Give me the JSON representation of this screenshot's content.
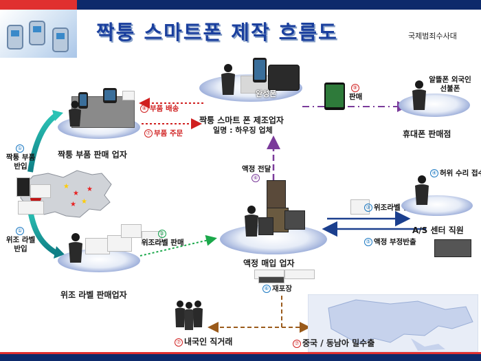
{
  "header": {
    "title": "짝퉁 스마트폰 제작 흐름도",
    "agency": "국제범죄수사대"
  },
  "nodes": {
    "manufacturer": {
      "title": "짝퉁 스마트 폰 제조업자",
      "subtitle": "일명 : 하우징 업체",
      "tag": "완성폰"
    },
    "parts_seller": {
      "title": "짝퉁 부품 판매 업자"
    },
    "phone_shop": {
      "title": "휴대폰 판매점",
      "note": "알뜰폰 외국인선불폰"
    },
    "lcd_buyer": {
      "title": "액정 매입 업자"
    },
    "label_seller": {
      "title": "위조 라벨 판매업자"
    },
    "as_center": {
      "title": "A/S 센터 직원",
      "note": "허위 수리 접수"
    },
    "domestic": {
      "label": "내국인 직거래"
    },
    "export": {
      "label": "중국 / 동남아 밀수출"
    }
  },
  "steps": {
    "s1a": {
      "num": "①",
      "text": "짝퉁 부품 반입"
    },
    "s1b": {
      "num": "①",
      "text": "위조 라벨 반입"
    },
    "s2": {
      "num": "②",
      "text": "위조라벨 판매"
    },
    "s3": {
      "num": "③",
      "text": "위조라벨 전달"
    },
    "s4": {
      "num": "④",
      "text": "허위 수리 접수"
    },
    "s5": {
      "num": "⑤",
      "text": "액정 부정반출"
    },
    "s6a": {
      "num": "⑥",
      "text": "액정 전달"
    },
    "s6b": {
      "num": "⑥",
      "text": "재포장"
    },
    "s7a": {
      "num": "⑦",
      "text": "부품 주문"
    },
    "s7b": {
      "num": "⑦",
      "text": "내국인 직거래"
    },
    "s7c": {
      "num": "⑦",
      "text": "중국 / 동남아 밀수출"
    },
    "s8": {
      "num": "⑧",
      "text": "부품 배송"
    },
    "s9": {
      "num": "⑨",
      "text": "판매"
    }
  },
  "colors": {
    "navy": "#0d2a6b",
    "accent_red": "#e0302f",
    "title_blue": "#1a3f9e",
    "arrow_red": "#d01f1f",
    "arrow_green": "#1aa84a",
    "arrow_purple": "#7a3a9a",
    "arrow_blue": "#1b3f8e",
    "arrow_brown": "#9a5a1a",
    "arrow_teal": "#1a9a9a"
  },
  "icons": [
    "person-icon",
    "phone-icon",
    "map-china-icon",
    "map-asia-icon",
    "label-sheet-icon",
    "lcd-panel-icon",
    "parts-pile-icon"
  ]
}
